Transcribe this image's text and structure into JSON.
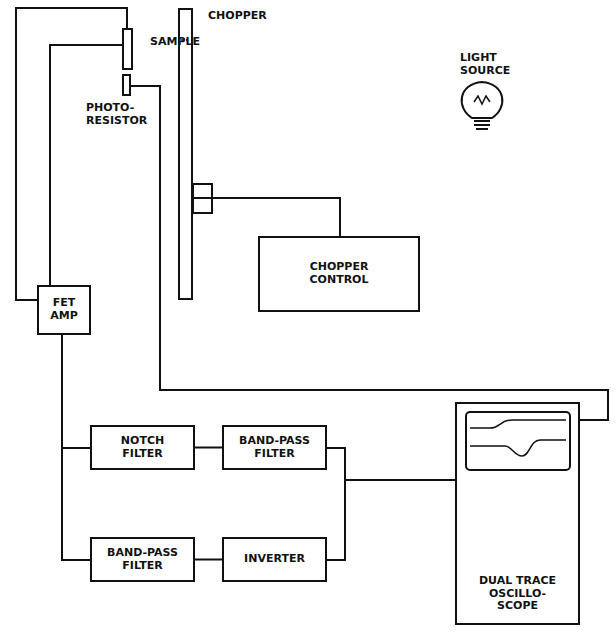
{
  "diagram": {
    "nodes": [
      {
        "text": [
          "SAMPLE"
        ]
      },
      {
        "text": [
          "PHOTO- RESISTOR"
        ]
      },
      {
        "text": [
          "CHOPPER"
        ]
      },
      {
        "text": [
          "CHOPPER CONTROL"
        ]
      },
      {
        "text": [
          "FET AMP"
        ]
      },
      {
        "text": [
          "NOTCH FILTER"
        ]
      },
      {
        "text": [
          "BAND-PASS FILTER"
        ]
      },
      {
        "text": [
          "BAND-PASS FILTER"
        ]
      },
      {
        "text": [
          "INVERTER"
        ]
      },
      {
        "text": [
          "DUAL TRACE OSCILLO- SCOPE"
        ]
      }
    ],
    "edges": [
      {
        "from": 0,
        "to": 4,
        "arrow": "none"
      },
      {
        "from": 0,
        "to": 4,
        "arrow": "none"
      },
      {
        "from": 2,
        "to": 3,
        "arrow": "none"
      },
      {
        "from": 1,
        "to": 9,
        "arrow": "none"
      },
      {
        "from": 4,
        "to": 5,
        "arrow": "none"
      },
      {
        "from": 4,
        "to": 7,
        "arrow": "none"
      },
      {
        "from": 5,
        "to": 6,
        "arrow": "none"
      },
      {
        "from": 7,
        "to": 8,
        "arrow": "none"
      },
      {
        "from": 6,
        "to": 9,
        "arrow": "none"
      },
      {
        "from": 8,
        "to": 9,
        "arrow": "none"
      }
    ],
    "labels": [
      "LIGHT SOURCE"
    ]
  }
}
